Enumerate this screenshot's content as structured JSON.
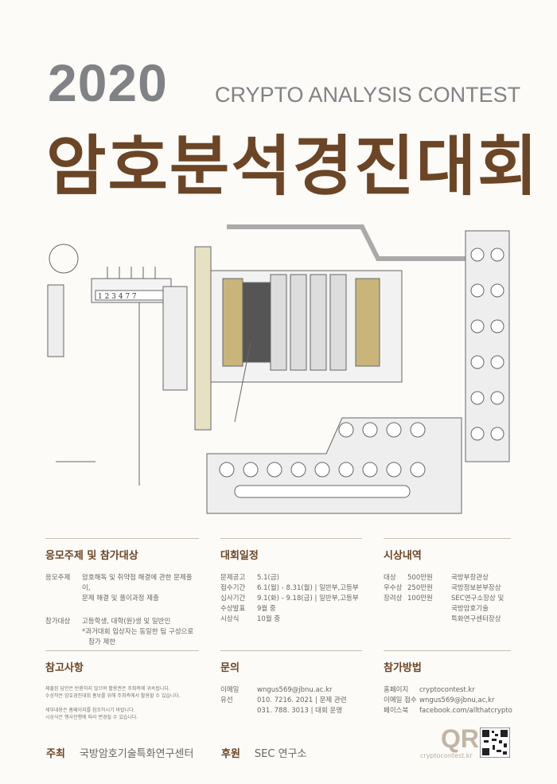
{
  "header": {
    "year": "2020",
    "subtitle": "CRYPTO ANALYSIS CONTEST",
    "title": "암호분석경진대회"
  },
  "machine": {
    "counter": "1 2 3 4 7 7"
  },
  "sections": {
    "topic": {
      "heading": "응모주제 및 참가대상",
      "rows": [
        {
          "k": "응모주제",
          "v": [
            "암호해독 및 취약점 해결에 관한 문제풀이,",
            "문제 해결 및 풀이과정 제출"
          ]
        },
        {
          "k": "참가대상",
          "v": [
            "고등학생, 대학(원)생 및 일반인",
            "*과거대회 입상자는 동일한 팀 구성으로",
            "  참가 제한"
          ]
        }
      ]
    },
    "schedule": {
      "heading": "대회일정",
      "rows": [
        {
          "k": "문제공고",
          "v": "5.1(금)"
        },
        {
          "k": "접수기간",
          "v": "6.1(월) - 8.31(월)  |  일반부,고등부"
        },
        {
          "k": "심사기간",
          "v": "9.1(화) - 9.18(금)  |  일반부,고등부"
        },
        {
          "k": "수상발표",
          "v": "9월 중"
        },
        {
          "k": "시상식",
          "v": "10월 중"
        }
      ]
    },
    "awards": {
      "heading": "시상내역",
      "rows": [
        {
          "k": "대상",
          "amt": "500만원",
          "v": "국방부장관상"
        },
        {
          "k": "우수상",
          "amt": "250만원",
          "v": "국방정보본부장상"
        },
        {
          "k": "장려상",
          "amt": "100만원",
          "v": "SEC연구소장상 및"
        },
        {
          "k": "",
          "amt": "",
          "v": "국방암호기술"
        },
        {
          "k": "",
          "amt": "",
          "v": "특화연구센터장상"
        }
      ]
    },
    "notes": {
      "heading": "참고사항",
      "lines": [
        "제출된 답안은 반환하지 않으며 활용권은 주최측에 귀속됩니다.",
        "수상작은 암호경진대회 홍보를 위해 주최측에서 활용할 수 있습니다.",
        "",
        "세부내용은 홈페이지를 참조하시기 바랍니다.",
        "시상식은 행사진행에 따라 변경될 수 있습니다."
      ]
    },
    "contact": {
      "heading": "문의",
      "rows": [
        {
          "k": "이메일",
          "v": "wngus569@jbnu.ac.kr"
        },
        {
          "k": "유선",
          "v": "010. 7216. 2021  |  문제 관련"
        },
        {
          "k": "",
          "v": "031. 788. 3013   |  대회 운영"
        }
      ]
    },
    "apply": {
      "heading": "참가방법",
      "rows": [
        {
          "k": "홈페이지",
          "v": "cryptocontest.kr"
        },
        {
          "k": "이메일 접수",
          "v": "wngus569@jbnu,ac,kr"
        },
        {
          "k": "페이스북",
          "v": "facebook.com/allthatcrypto"
        }
      ]
    }
  },
  "qr": {
    "label": "QR",
    "url": "cryptocontest.kr"
  },
  "footer": {
    "host_label": "주최",
    "host": "국방암호기술특화연구센터",
    "sponsor_label": "후원",
    "sponsor": "SEC 연구소"
  },
  "colors": {
    "brown": "#6b4525",
    "gray": "#808285",
    "bg": "#fcfbf7"
  }
}
